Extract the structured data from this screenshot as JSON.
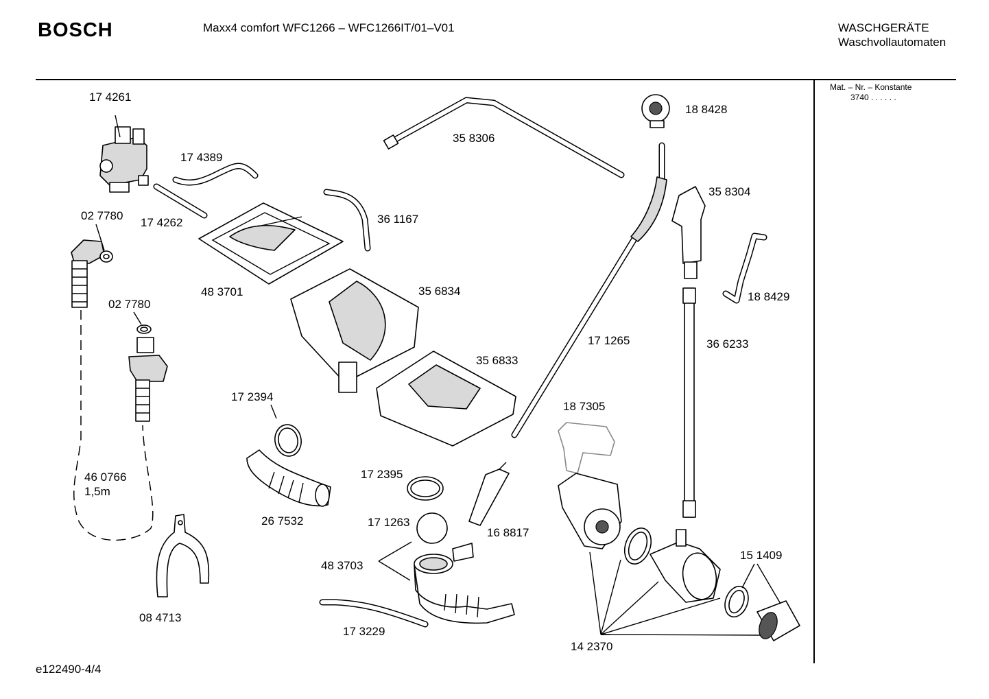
{
  "header": {
    "brand": "BOSCH",
    "model": "Maxx4 comfort WFC1266 – WFC1266IT/01–V01",
    "category_line1": "WASCHGERÄTE",
    "category_line2": "Waschvollautomaten"
  },
  "sidebar": {
    "mat_label": "Mat. – Nr. – Konstante",
    "mat_value": "3740  .  .  .  .  .  ."
  },
  "footer": {
    "doc_id": "e122490-4/4"
  },
  "parts": {
    "p174261": "17 4261",
    "p174389": "17 4389",
    "p174262": "17 4262",
    "p027780a": "02 7780",
    "p027780b": "02 7780",
    "p483701": "48 3701",
    "p358306": "35 8306",
    "p361167": "36 1167",
    "p356834": "35 6834",
    "p356833": "35 6833",
    "p188428": "18 8428",
    "p358304": "35 8304",
    "p188429": "18 8429",
    "p171265": "17 1265",
    "p366233": "36 6233",
    "p187305": "18 7305",
    "p172394": "17 2394",
    "p267532": "26 7532",
    "p460766": "46 0766",
    "p460766_len": "1,5m",
    "p172395": "17 2395",
    "p171263": "17 1263",
    "p168817": "16 8817",
    "p483703": "48 3703",
    "p084713": "08 4713",
    "p173229": "17 3229",
    "p151409": "15 1409",
    "p142370": "14 2370"
  }
}
